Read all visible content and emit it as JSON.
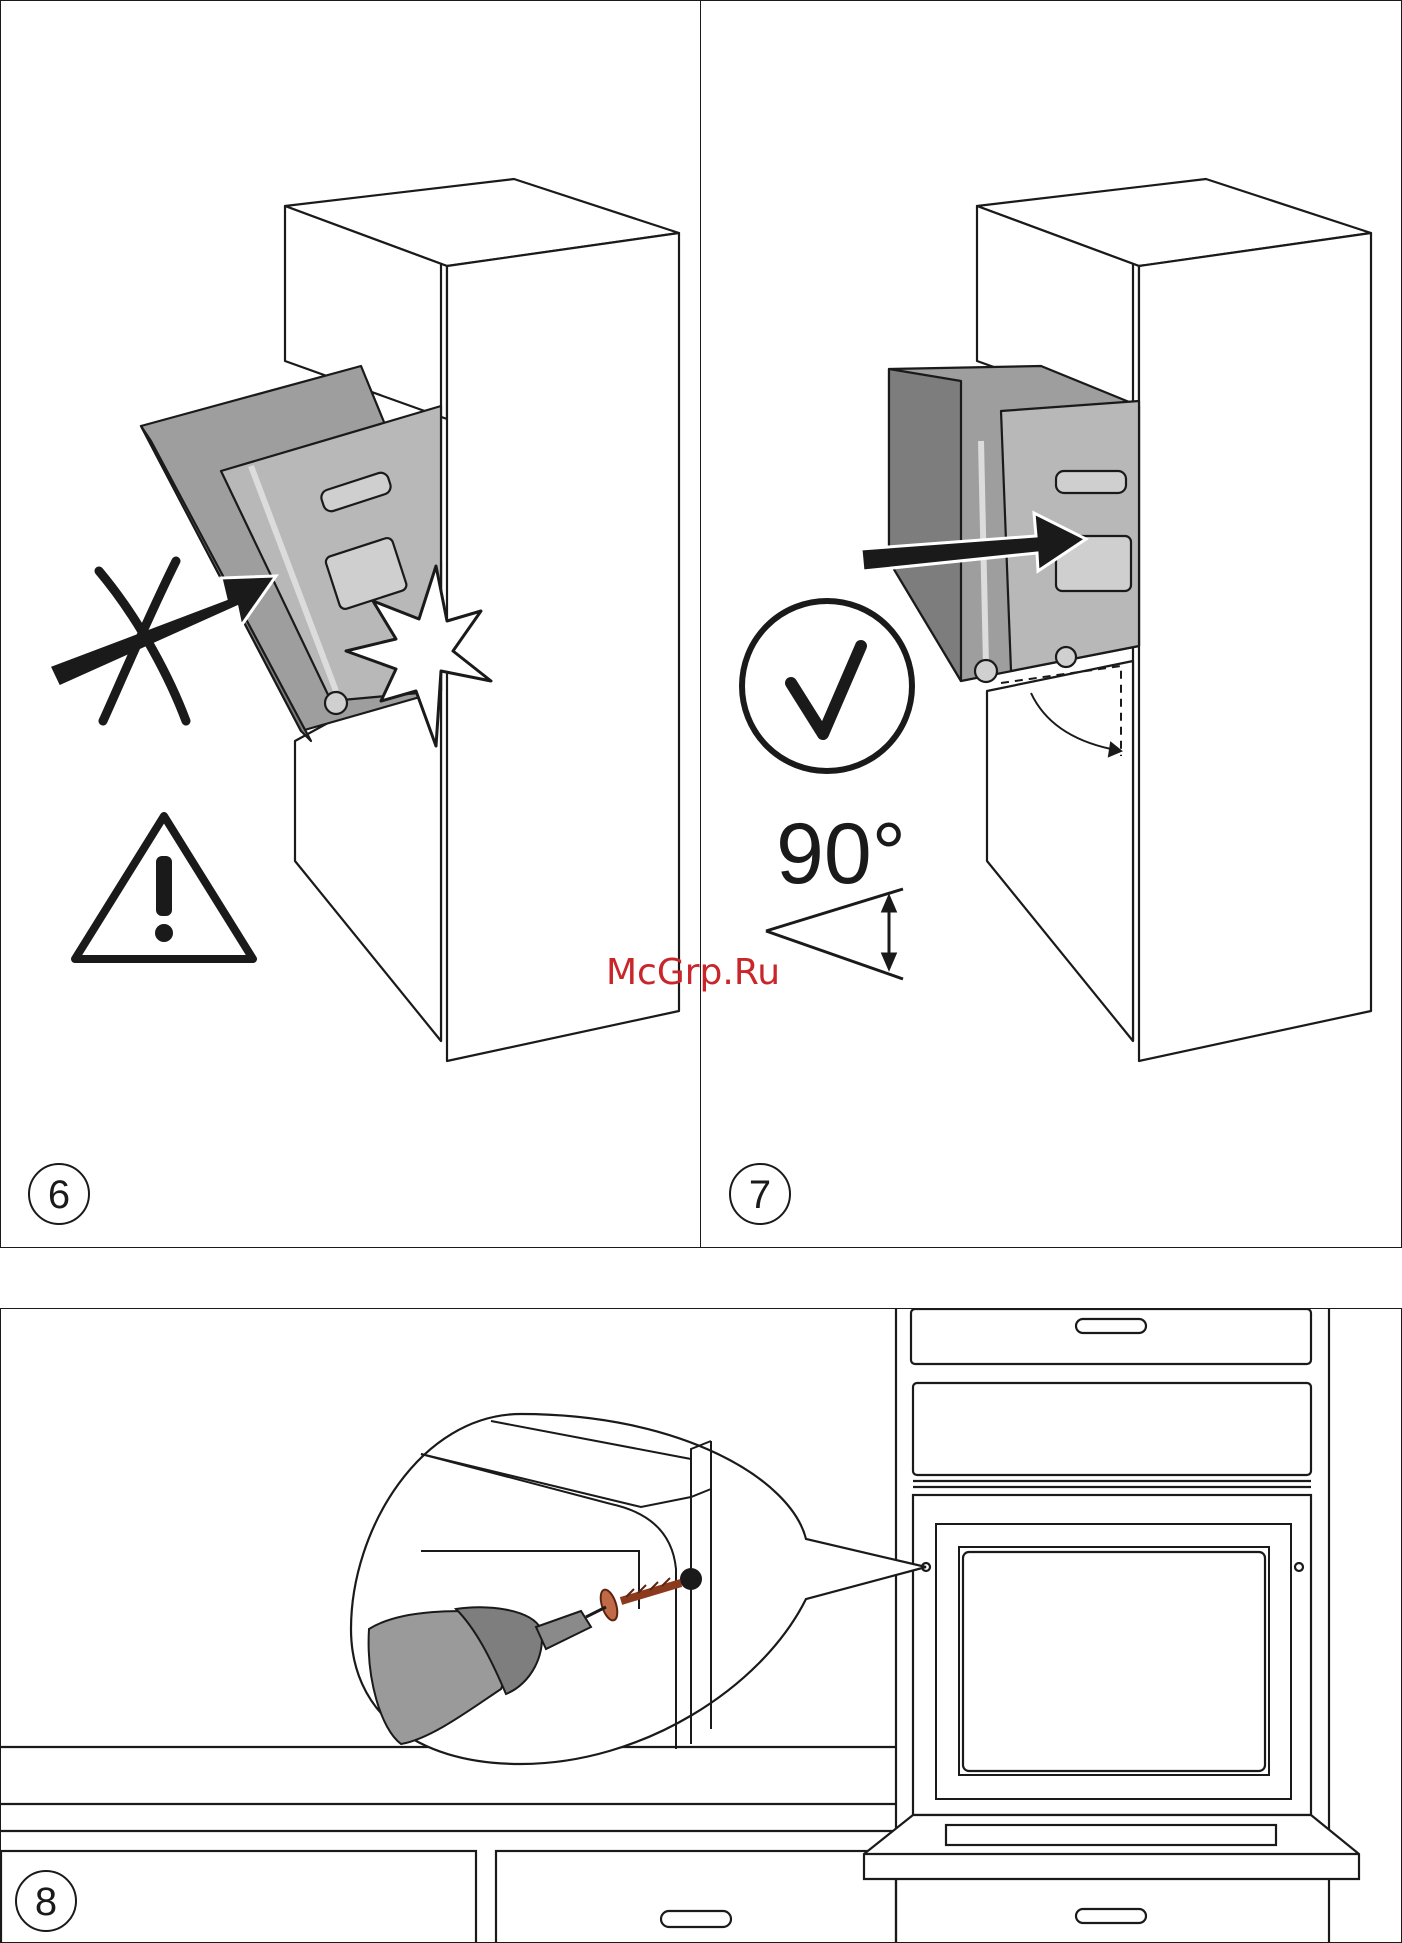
{
  "steps": [
    {
      "number": "6",
      "meaning": "incorrect-tilted-insertion"
    },
    {
      "number": "7",
      "meaning": "correct-level-insertion"
    },
    {
      "number": "8",
      "meaning": "fix-with-screws"
    }
  ],
  "angle_label": "90°",
  "watermark": "McGrp.Ru",
  "colors": {
    "line": "#1a1a1a",
    "appliance_fill": "#b5b5b5",
    "appliance_dark": "#8f8f8f",
    "drill_fill": "#9a9a9a",
    "screw": "#a0522d",
    "watermark": "#c8262a"
  },
  "icons": {
    "wrong": "cross-mark-icon",
    "warning": "warning-triangle-icon",
    "right": "check-circle-icon",
    "angle": "angle-arrow-icon"
  }
}
